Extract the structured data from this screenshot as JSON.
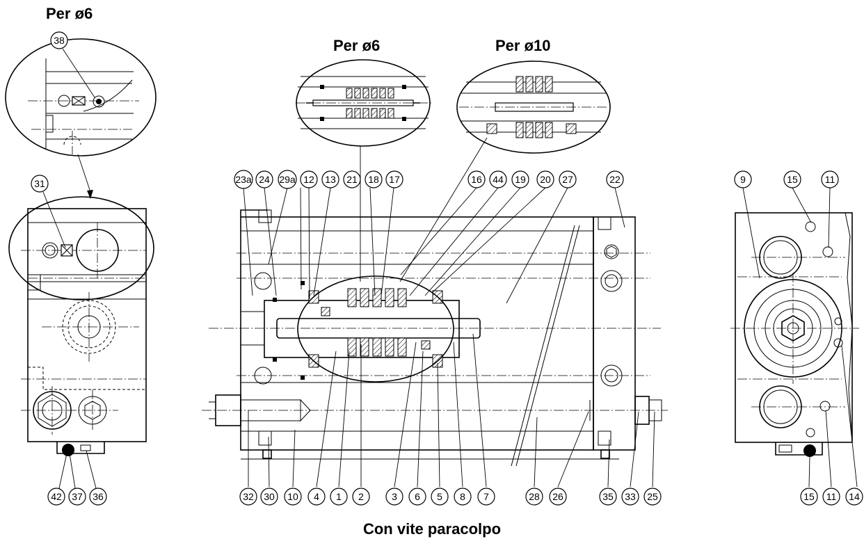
{
  "titles": {
    "left_detail": "Per ø6",
    "center_detail_1": "Per ø6",
    "center_detail_2": "Per ø10",
    "caption": "Con vite paracolpo"
  },
  "labels": {
    "left": [
      "38",
      "31",
      "42",
      "37",
      "36"
    ],
    "center_top": [
      "23a",
      "24",
      "29a",
      "12",
      "13",
      "21",
      "18",
      "17",
      "16",
      "44",
      "19",
      "20",
      "27",
      "22"
    ],
    "center_bottom": [
      "32",
      "30",
      "10",
      "4",
      "1",
      "2",
      "3",
      "6",
      "5",
      "8",
      "7",
      "28",
      "26",
      "35",
      "33",
      "25"
    ],
    "right_top": [
      "9",
      "15",
      "11"
    ],
    "right_bottom": [
      "15",
      "11",
      "14"
    ]
  }
}
